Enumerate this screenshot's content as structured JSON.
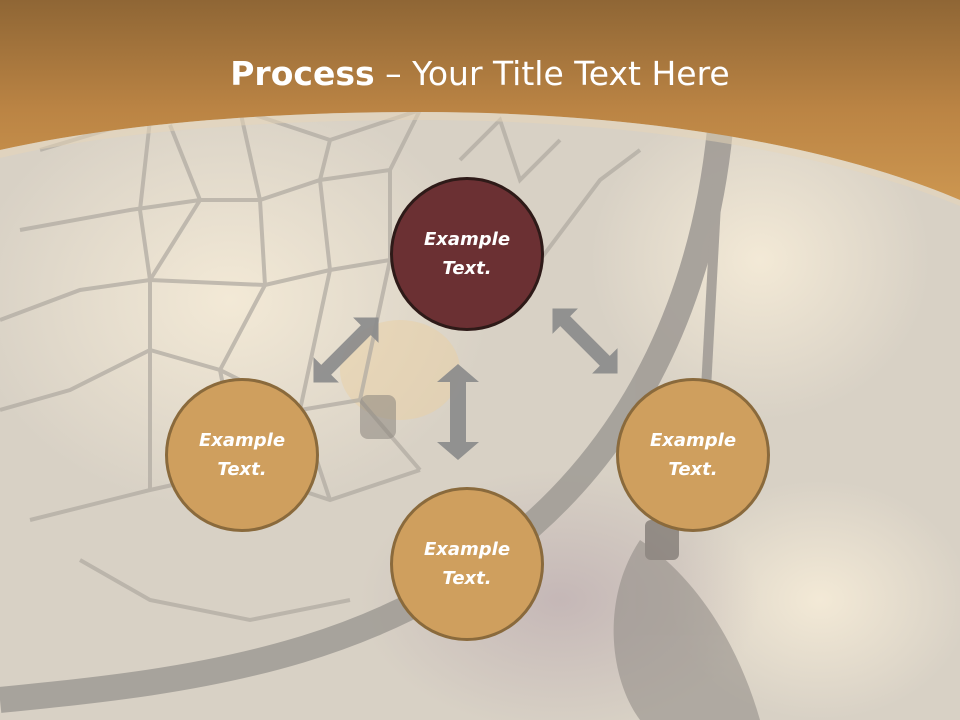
{
  "slide": {
    "title_bold": "Process",
    "title_rest": " – Your Title Text Here"
  },
  "nodes": {
    "top": {
      "line1": "Example",
      "line2": "Text."
    },
    "left": {
      "line1": "Example",
      "line2": "Text."
    },
    "right": {
      "line1": "Example",
      "line2": "Text."
    },
    "bottom": {
      "line1": "Example",
      "line2": "Text."
    }
  },
  "colors": {
    "header": "#c18a45",
    "node_fill": "#cf9f5e",
    "node_highlight": "#6b3033",
    "arrow": "#8c8c8c"
  }
}
